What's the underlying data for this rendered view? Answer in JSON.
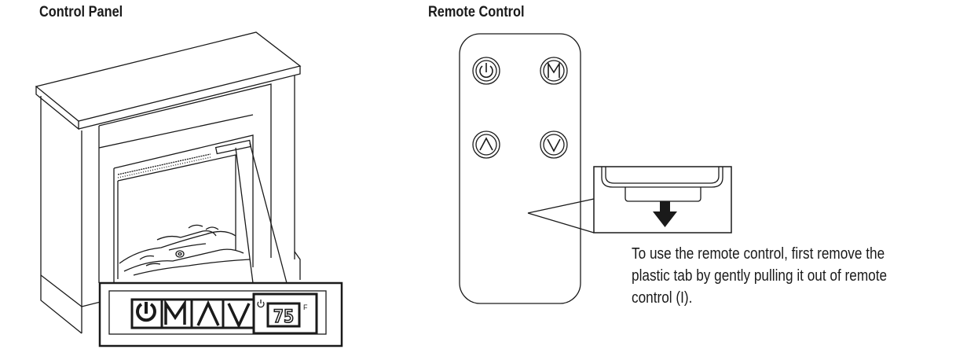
{
  "headings": {
    "control_panel": "Control Panel",
    "remote_control": "Remote Control"
  },
  "panel_display": {
    "temperature": "75",
    "unit": "F"
  },
  "note_lines": [
    "To use the remote control, first remove the",
    "plastic tab by gently pulling it out of remote",
    "control (I)."
  ],
  "icons": {
    "panel": [
      "power-icon",
      "mode-icon",
      "up-icon",
      "down-icon"
    ],
    "remote": [
      "power-icon",
      "mode-icon",
      "up-icon",
      "down-icon"
    ]
  }
}
